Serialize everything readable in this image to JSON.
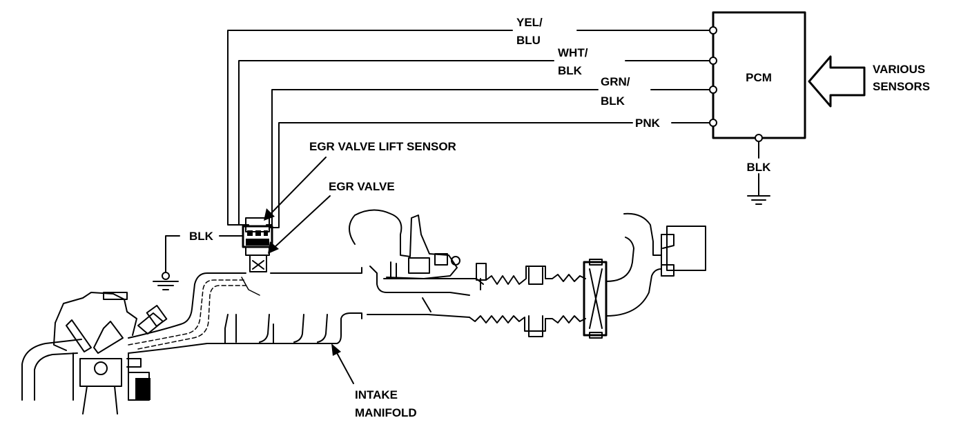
{
  "pcm": {
    "label": "PCM"
  },
  "inputs": {
    "line1": "VARIOUS",
    "line2": "SENSORS"
  },
  "wires": [
    {
      "line1": "YEL/",
      "line2": "BLU"
    },
    {
      "line1": "WHT/",
      "line2": "BLK"
    },
    {
      "line1": "GRN/",
      "line2": "BLK"
    },
    {
      "line1": "PNK",
      "line2": ""
    }
  ],
  "pcm_ground": {
    "label": "BLK"
  },
  "valve_ground": {
    "label": "BLK"
  },
  "callouts": {
    "lift_sensor": "EGR VALVE LIFT SENSOR",
    "egr_valve": "EGR VALVE",
    "manifold_line1": "INTAKE",
    "manifold_line2": "MANIFOLD"
  }
}
